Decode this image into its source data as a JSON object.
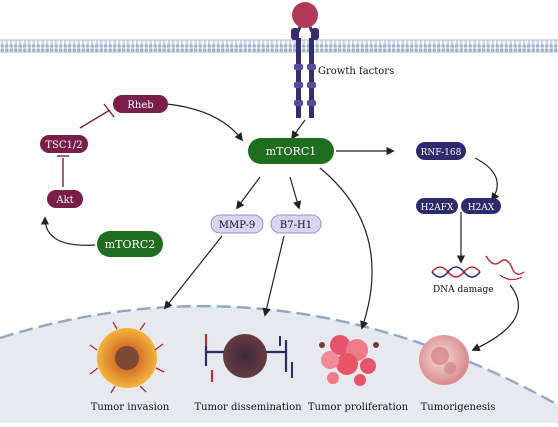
{
  "receptor": {
    "label": "Growth factors"
  },
  "nodes": {
    "rheb": "Rheb",
    "tsc": "TSC1/2",
    "akt": "Akt",
    "mtorc2": "mTORC2",
    "mtorc1": "mTORC1",
    "mmp9": "MMP-9",
    "b7h1": "B7-H1",
    "rnf168": "RNF-168",
    "h2afx": "H2AFX",
    "h2ax": "H2AX"
  },
  "dna": {
    "label": "DNA damage"
  },
  "outcomes": {
    "invasion": "Tumor invasion",
    "dissemination": "Tumor dissemination",
    "proliferation": "Tumor proliferation",
    "tumorigenesis": "Tumorigenesis"
  },
  "colors": {
    "mtor_green": "#1f6e1f",
    "akt_pathway": "#7a1f4a",
    "protein_lilac": "#dcd3f0",
    "dna_repair_blue": "#2e2a6e",
    "membrane_blue": "#8fa8c4",
    "cell_fill": "#e6e9ee"
  }
}
